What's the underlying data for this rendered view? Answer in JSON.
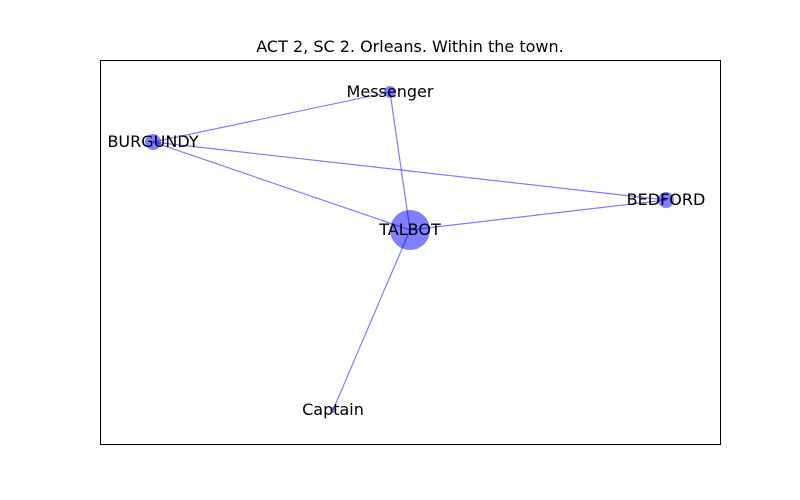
{
  "title": "ACT 2, SC 2. Orleans. Within the town.",
  "colors": {
    "node": "#0000ff",
    "edge": "#0000ff",
    "frame": "#000000",
    "background": "#ffffff"
  },
  "graph": {
    "nodes": [
      {
        "id": "talbot",
        "label": "TALBOT",
        "weight": 5
      },
      {
        "id": "burgundy",
        "label": "BURGUNDY",
        "weight": 3
      },
      {
        "id": "bedford",
        "label": "BEDFORD",
        "weight": 3
      },
      {
        "id": "messenger",
        "label": "Messenger",
        "weight": 2
      },
      {
        "id": "captain",
        "label": "Captain",
        "weight": 1
      }
    ],
    "edges": [
      {
        "source": "burgundy",
        "target": "messenger"
      },
      {
        "source": "burgundy",
        "target": "bedford"
      },
      {
        "source": "burgundy",
        "target": "talbot"
      },
      {
        "source": "messenger",
        "target": "talbot"
      },
      {
        "source": "talbot",
        "target": "bedford"
      },
      {
        "source": "talbot",
        "target": "captain"
      }
    ]
  }
}
